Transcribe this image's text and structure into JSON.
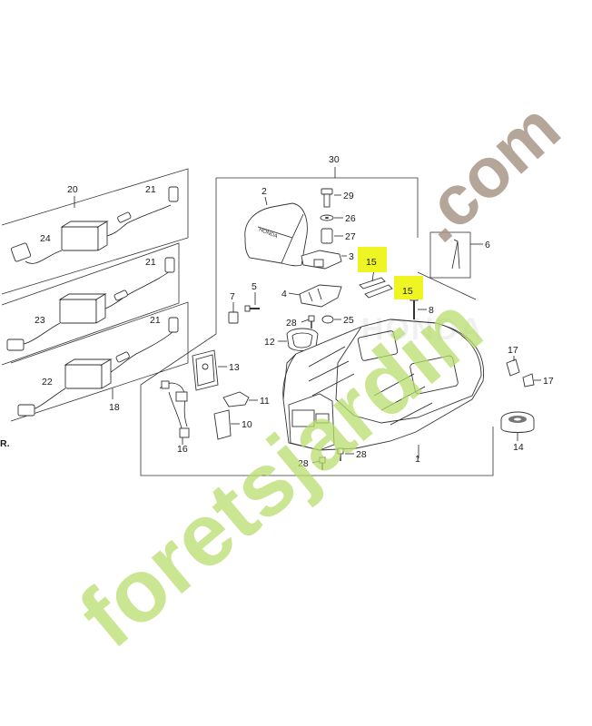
{
  "diagram": {
    "callouts": {
      "c1": "1",
      "c2": "2",
      "c3": "3",
      "c4": "4",
      "c5": "5",
      "c6": "6",
      "c7": "7",
      "c8": "8",
      "c10": "10",
      "c11": "11",
      "c12": "12",
      "c13": "13",
      "c14": "14",
      "c15a": "15",
      "c15b": "15",
      "c16": "16",
      "c17a": "17",
      "c17b": "17",
      "c18": "18",
      "c20": "20",
      "c21a": "21",
      "c21b": "21",
      "c21c": "21",
      "c22": "22",
      "c23": "23",
      "c24": "24",
      "c25": "25",
      "c26": "26",
      "c27": "27",
      "c28a": "28",
      "c28b": "28",
      "c28c": "28",
      "c29": "29",
      "c30": "30",
      "edge_mark": "R."
    },
    "cover_text": "HONDA",
    "highlight_color": "#eef522"
  },
  "watermarks": {
    "site_dotcom": ".com",
    "site_word": "foretsjardin",
    "brand_ghost": "HONDA"
  }
}
